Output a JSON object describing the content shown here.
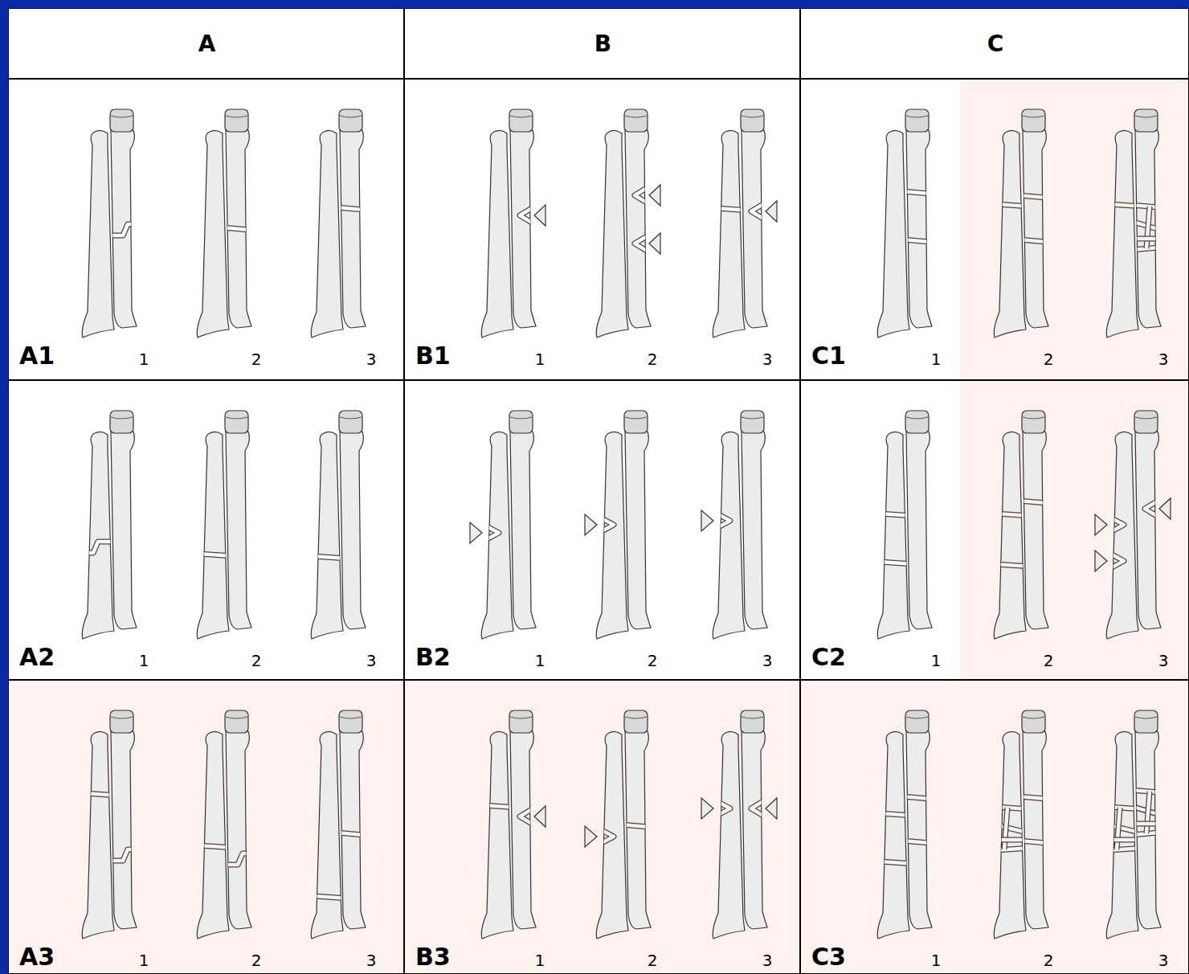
{
  "diagram": {
    "nodes": [
      {
        "text": [
          "A"
        ]
      },
      {
        "text": [
          "B"
        ]
      },
      {
        "text": [
          "C"
        ]
      },
      {
        "text": [
          "A1",
          "1",
          "2",
          "3"
        ]
      },
      {
        "text": [
          "B1",
          "1",
          "2",
          "3"
        ]
      },
      {
        "text": [
          "C1",
          "1",
          "2",
          "3"
        ]
      },
      {
        "text": [
          "A2",
          "1",
          "2",
          "3"
        ]
      },
      {
        "text": [
          "B2",
          "1",
          "2",
          "3"
        ]
      },
      {
        "text": [
          "C2",
          "1",
          "2",
          "3"
        ]
      },
      {
        "text": [
          "A3",
          "1",
          "2",
          "3"
        ]
      },
      {
        "text": [
          "B3",
          "1",
          "2",
          "3"
        ]
      },
      {
        "text": [
          "C3",
          "1",
          "2",
          "3"
        ]
      }
    ]
  }
}
